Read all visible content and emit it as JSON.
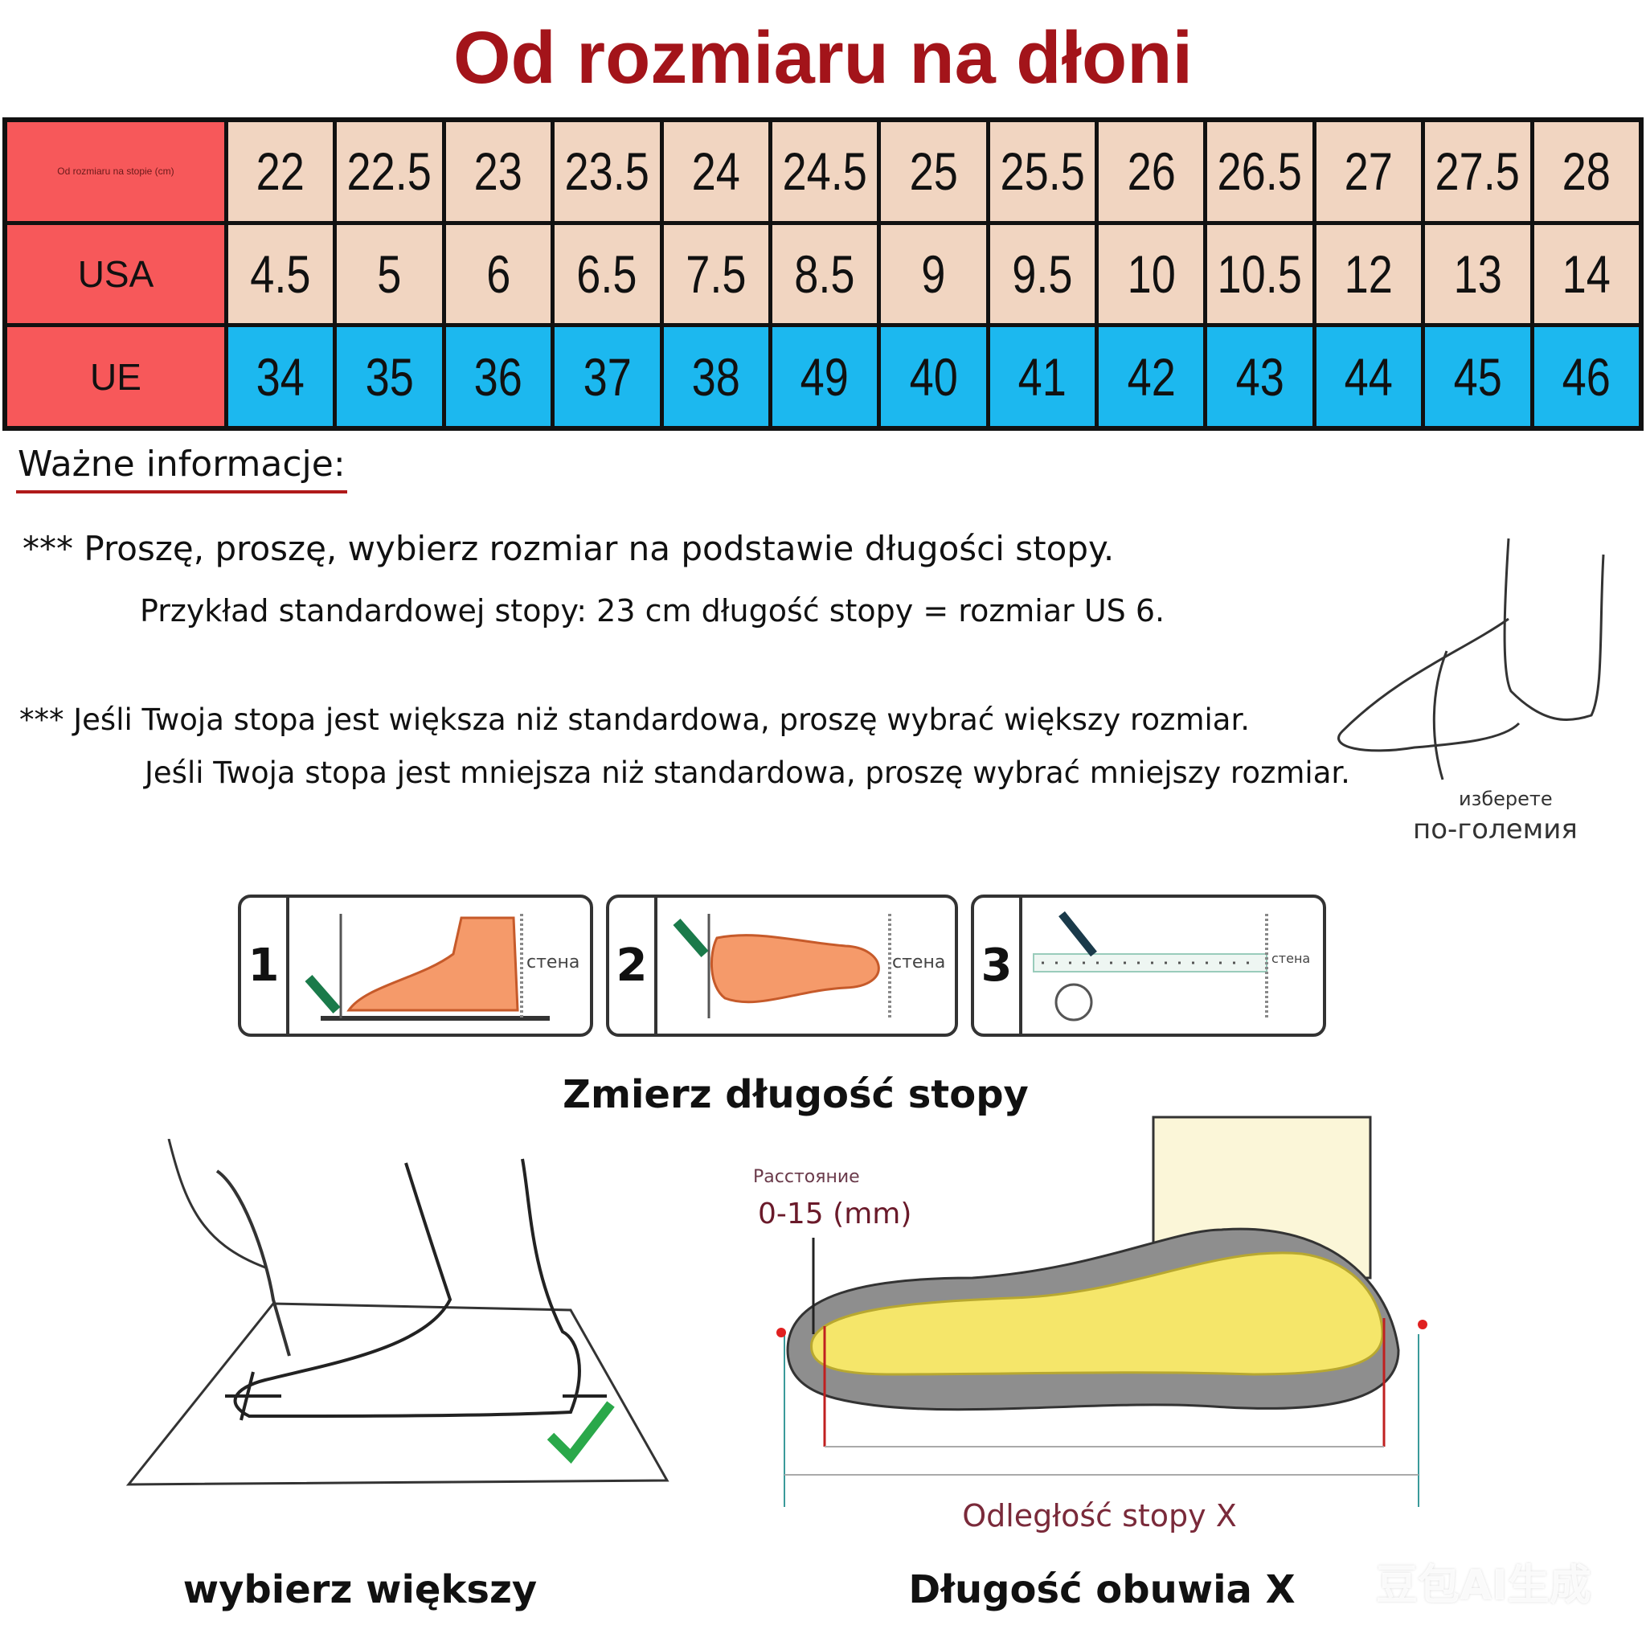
{
  "title": "Od rozmiaru na dłoni",
  "table": {
    "row_labels": [
      "Od rozmiaru na stopie (cm)",
      "USA",
      "UE"
    ],
    "cm": [
      "22",
      "22.5",
      "23",
      "23.5",
      "24",
      "24.5",
      "25",
      "25.5",
      "26",
      "26.5",
      "27",
      "27.5",
      "28"
    ],
    "usa": [
      "4.5",
      "5",
      "6",
      "6.5",
      "7.5",
      "8.5",
      "9",
      "9.5",
      "10",
      "10.5",
      "12",
      "13",
      "14"
    ],
    "eu": [
      "34",
      "35",
      "36",
      "37",
      "38",
      "49",
      "40",
      "41",
      "42",
      "43",
      "44",
      "45",
      "46"
    ]
  },
  "info": {
    "heading": "Ważne informacje:",
    "line1": "***  Proszę, proszę, wybierz rozmiar na podstawie długości stopy.",
    "line2": "Przykład standardowej stopy: 23 cm długość stopy = rozmiar US 6.",
    "line3": "*** Jeśli Twoja stopa jest większa niż standardowa, proszę wybrać większy rozmiar.",
    "line4": "Jeśli Twoja stopa jest mniejsza niż standardowa, proszę wybrać mniejszy rozmiar."
  },
  "foot_sketch": {
    "label_small": "изберете",
    "label_big": "по-големия"
  },
  "steps": [
    {
      "num": "1",
      "wall": "стена"
    },
    {
      "num": "2",
      "wall": "стена"
    },
    {
      "num": "3",
      "wall": "стена"
    }
  ],
  "measure_caption": "Zmierz długość stopy",
  "left_caption": "wybierz większy",
  "shoe": {
    "allowance_label": "Расстояние",
    "allowance": "0-15 (mm)",
    "foot_distance": "Odległość stopy X",
    "caption": "Długość obuwia X"
  },
  "watermark": "豆包AI生成"
}
